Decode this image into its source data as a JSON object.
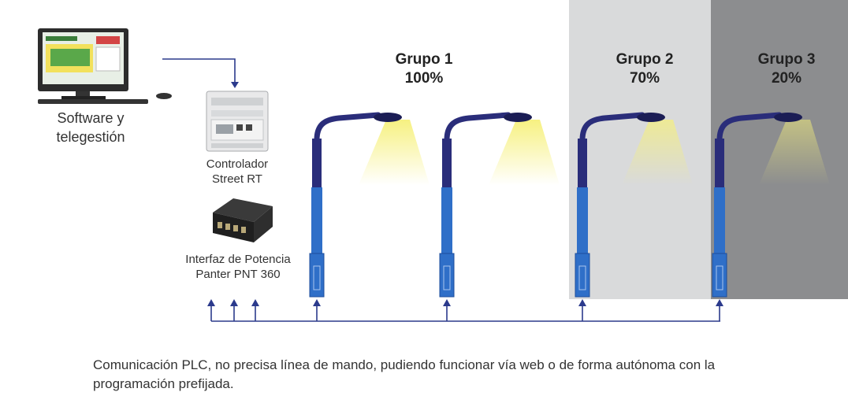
{
  "software": {
    "label_line1": "Software y",
    "label_line2": "telegestión"
  },
  "controller": {
    "label_line1": "Controlador",
    "label_line2": "Street RT"
  },
  "power_interface": {
    "label_line1": "Interfaz de Potencia",
    "label_line2": "Panter PNT 360"
  },
  "groups": [
    {
      "name": "Grupo 1",
      "level": "100%",
      "background": "#ffffff"
    },
    {
      "name": "Grupo 2",
      "level": "70%",
      "background": "#d9dadb"
    },
    {
      "name": "Grupo 3",
      "level": "20%",
      "background": "#8c8d8f"
    }
  ],
  "caption": "Comunicación PLC, no precisa línea de mando, pudiendo funcionar vía web o de forma autónoma con la programación prefijada.",
  "colors": {
    "line": "#2b3a8c",
    "pole_dark": "#2a2d7a",
    "pole_light": "#2f6fc8",
    "light_beam": "#f4f08a"
  }
}
